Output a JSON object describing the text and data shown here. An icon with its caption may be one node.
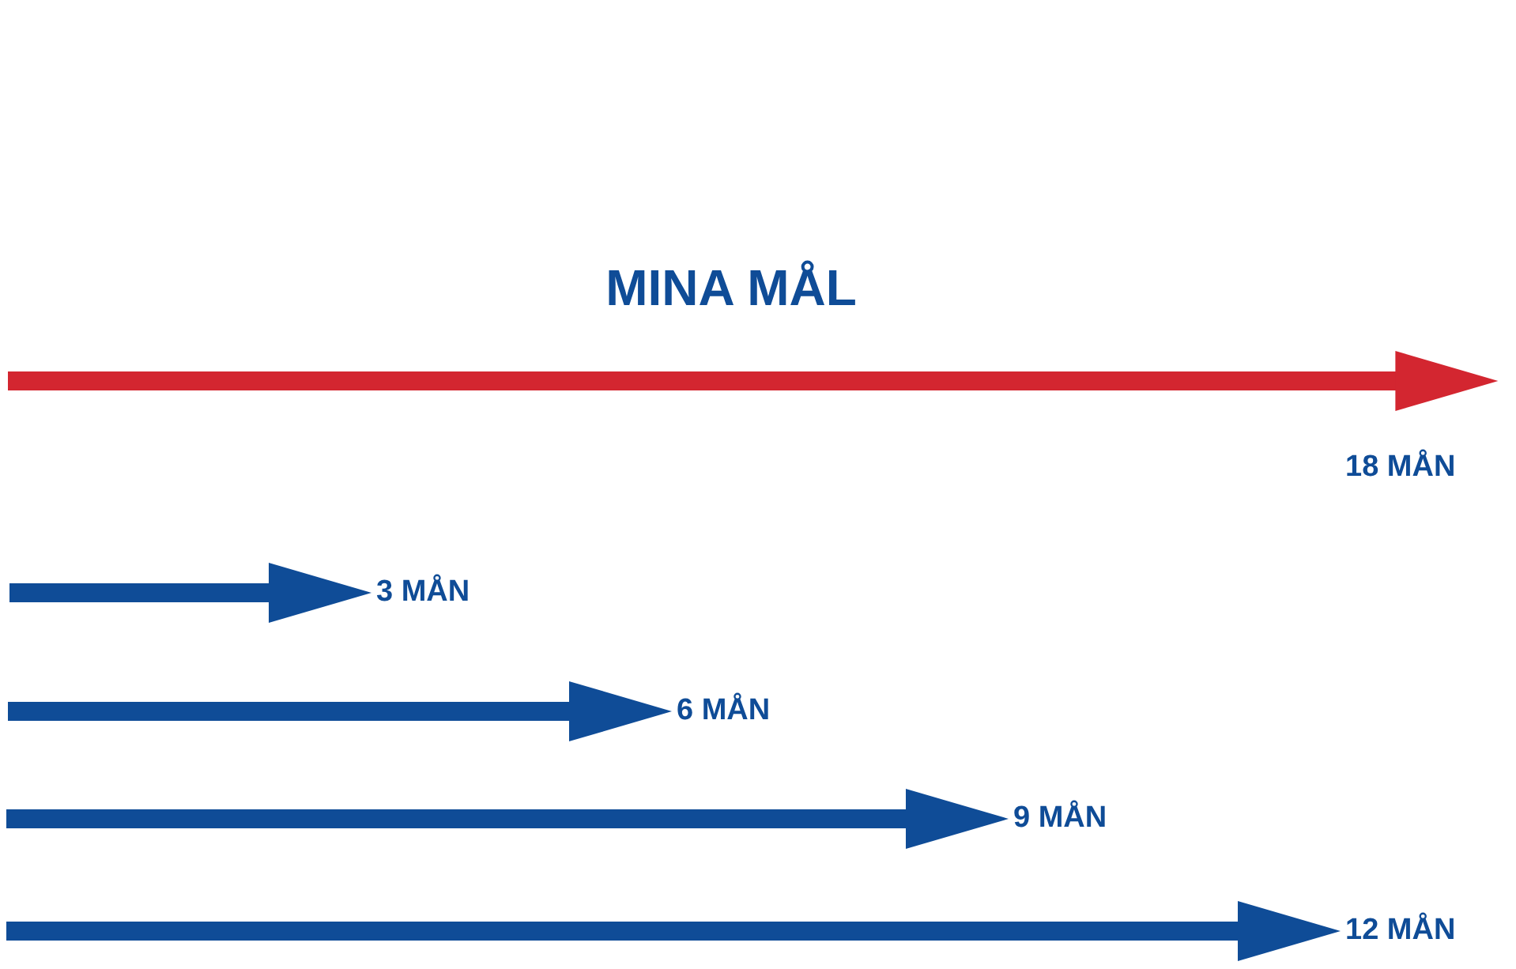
{
  "diagram": {
    "title": "MINA MÅL",
    "nodes": [
      {
        "text": [
          "18 MÅN"
        ]
      },
      {
        "text": [
          "3 MÅN"
        ]
      },
      {
        "text": [
          "6 MÅN"
        ]
      },
      {
        "text": [
          "9 MÅN"
        ]
      },
      {
        "text": [
          "12 MÅN"
        ]
      }
    ],
    "edges": [
      {
        "from": null,
        "to": 0,
        "arrow": "to",
        "color": "#d32630"
      },
      {
        "from": null,
        "to": 1,
        "arrow": "to"
      },
      {
        "from": null,
        "to": 2,
        "arrow": "to"
      },
      {
        "from": null,
        "to": 3,
        "arrow": "to"
      },
      {
        "from": null,
        "to": 4,
        "arrow": "to"
      }
    ]
  }
}
